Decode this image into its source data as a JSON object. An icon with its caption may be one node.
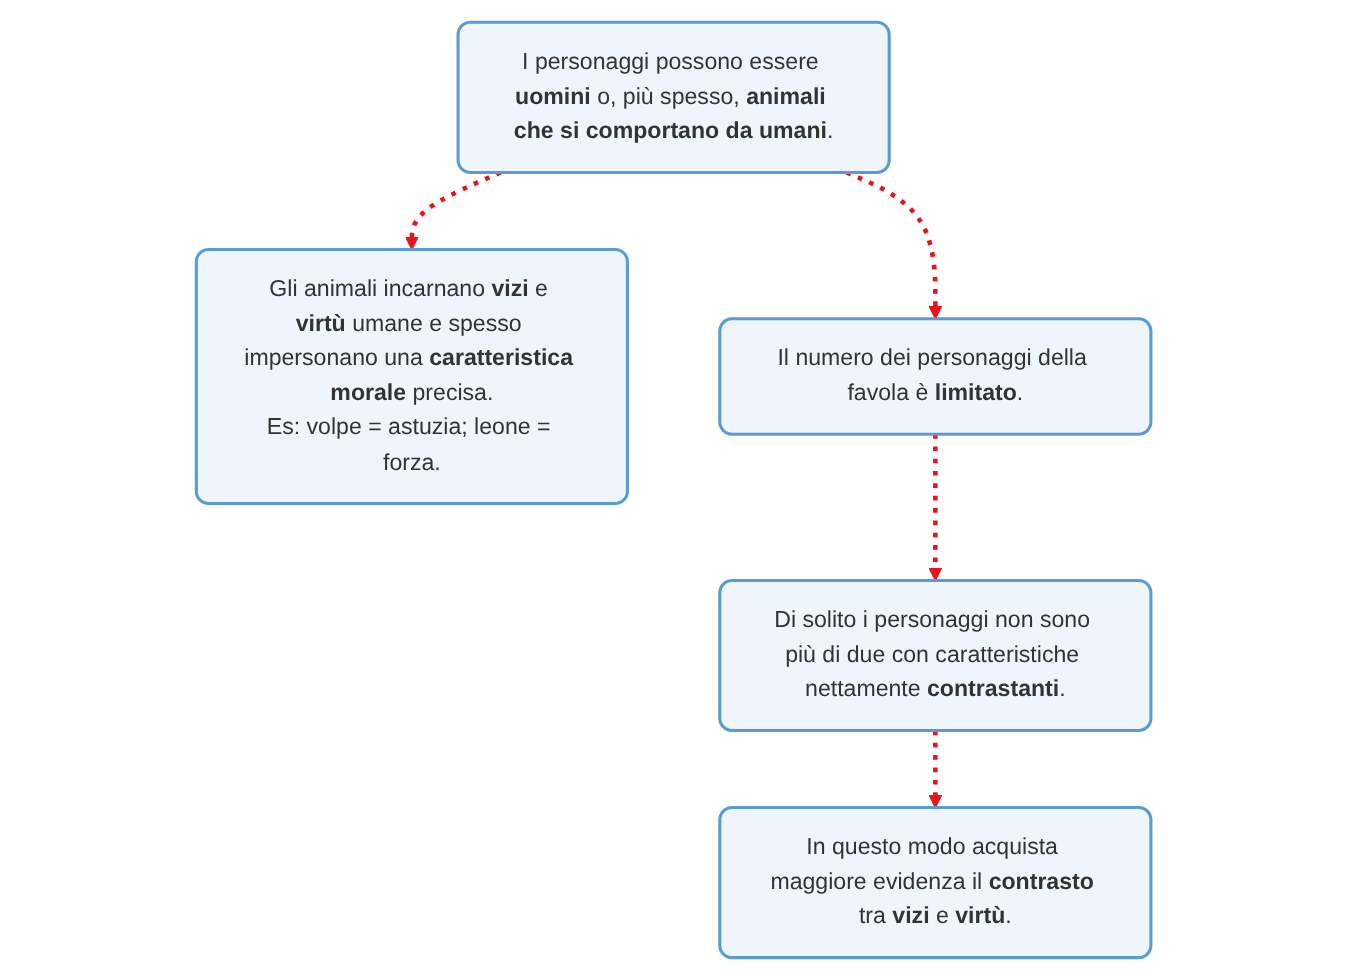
{
  "diagram": {
    "nodes": [
      {
        "text": [
          "I personaggi possono essere **uomini** o, più spesso, **animali che si comportano da umani**."
        ]
      },
      {
        "text": [
          "Gli animali incarnano **vizi** e **virtù** umane e spesso impersonano una **caratteristica morale** precisa.",
          "Es: volpe = astuzia; leone = forza."
        ]
      },
      {
        "text": [
          "Il numero dei personaggi della favola è **limitato**."
        ]
      },
      {
        "text": [
          "Di solito i personaggi non sono più di due con caratteristiche nettamente **contrastanti**."
        ]
      },
      {
        "text": [
          "In questo modo acquista maggiore evidenza il **contrasto** tra **vizi** e **virtù**."
        ]
      }
    ],
    "edges": [
      {
        "from": 0,
        "to": 1,
        "arrow": "to",
        "style": "dashed"
      },
      {
        "from": 0,
        "to": 2,
        "arrow": "to",
        "style": "dashed"
      },
      {
        "from": 2,
        "to": 3,
        "arrow": "to",
        "style": "dashed"
      },
      {
        "from": 3,
        "to": 4,
        "arrow": "to",
        "style": "dashed"
      }
    ]
  }
}
